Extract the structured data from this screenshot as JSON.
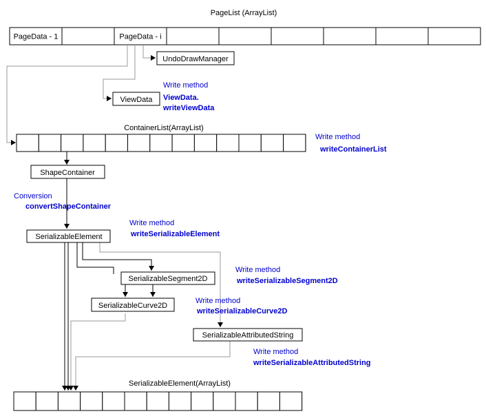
{
  "page_list": {
    "title": "PageList (ArrayList)",
    "cells": [
      "PageData - 1",
      "",
      "PageData - i",
      "",
      "",
      "",
      "",
      "",
      ""
    ]
  },
  "nodes": {
    "undo_draw_manager": "UndoDrawManager",
    "view_data": "ViewData",
    "shape_container": "ShapeContainer",
    "serializable_element": "SerializableElement",
    "serializable_segment2d": "SerializableSegment2D",
    "serializable_curve2d": "SerializableCurve2D",
    "serializable_attributed_string": "SerializableAttributedString"
  },
  "container_list": {
    "title": "ContainerList(ArrayList)",
    "cell_count": 13
  },
  "element_list": {
    "title": "SerializableElement(ArrayList)",
    "cell_count": 13
  },
  "notes": {
    "view_data": {
      "label": "Write method",
      "method_line1": "ViewData.",
      "method_line2": "writeViewData"
    },
    "container_list": {
      "label": "Write method",
      "method": "writeContainerList"
    },
    "conversion": {
      "label": "Conversion",
      "method": "convertShapeContainer"
    },
    "serializable_element": {
      "label": "Write method",
      "method": "writeSerializableElement"
    },
    "segment2d": {
      "label": "Write method",
      "method": "writeSerializableSegment2D"
    },
    "curve2d": {
      "label": "Write method",
      "method": "writeSerializableCurve2D"
    },
    "attributed_string": {
      "label": "Write method",
      "method": "writeSerializableAttributedString"
    }
  },
  "colors": {
    "annotation": "#0000cc",
    "connector": "#9a9a9a",
    "line": "#000000"
  }
}
